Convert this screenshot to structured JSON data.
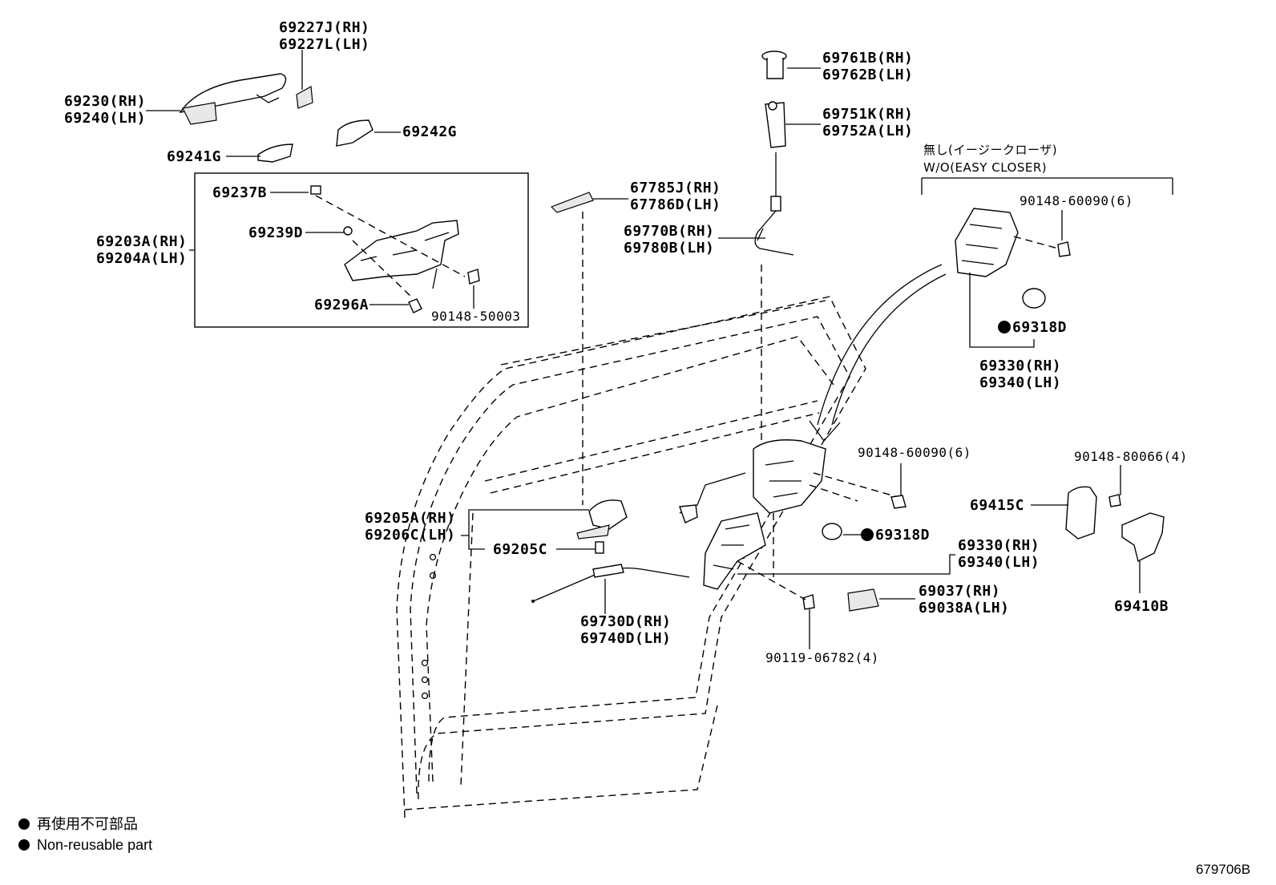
{
  "diagram": {
    "labels": {
      "p69227": [
        "69227J(RH)",
        "69227L(LH)"
      ],
      "p69230": [
        "69230(RH)",
        "69240(LH)"
      ],
      "p69242G": "69242G",
      "p69241G": "69241G",
      "p69237B": "69237B",
      "p69239D": "69239D",
      "p69203": [
        "69203A(RH)",
        "69204A(LH)"
      ],
      "p69296A": "69296A",
      "p90148_50003": "90148-50003",
      "p67785": [
        "67785J(RH)",
        "67786D(LH)"
      ],
      "p69761": [
        "69761B(RH)",
        "69762B(LH)"
      ],
      "p69751": [
        "69751K(RH)",
        "69752A(LH)"
      ],
      "p69770": [
        "69770B(RH)",
        "69780B(LH)"
      ],
      "easy_closer_jp": "無し(イージークローザ)",
      "easy_closer_en": "W/O(EASY CLOSER)",
      "p90148_60090_top": "90148-60090(6)",
      "p69318D_top": "69318D",
      "p69330_top": [
        "69330(RH)",
        "69340(LH)"
      ],
      "p90148_60090_mid": "90148-60090(6)",
      "p90148_80066": "90148-80066(4)",
      "p69415C": "69415C",
      "p69205A": [
        "69205A(RH)",
        "69206C(LH)"
      ],
      "p69205C": "69205C",
      "p69318D_mid": "69318D",
      "p69330_mid": [
        "69330(RH)",
        "69340(LH)"
      ],
      "p69037": [
        "69037(RH)",
        "69038A(LH)"
      ],
      "p69410B": "69410B",
      "p69730": [
        "69730D(RH)",
        "69740D(LH)"
      ],
      "p90119": "90119-06782(4)"
    },
    "legend": {
      "jp": "再使用不可部品",
      "en": "Non-reusable part"
    },
    "diagram_id": "679706B"
  }
}
